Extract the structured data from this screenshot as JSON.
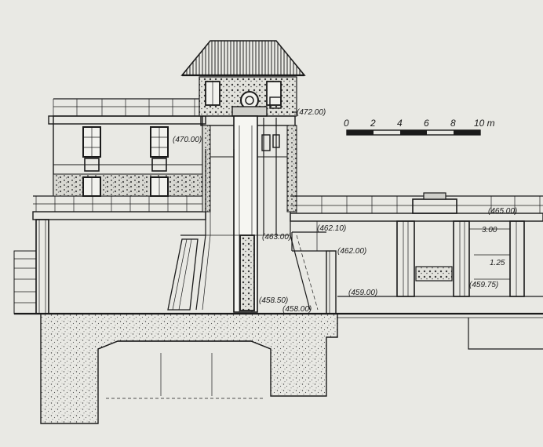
{
  "scale_bar": {
    "ticks": [
      "0",
      "2",
      "4",
      "6",
      "8"
    ],
    "end_label": "10 m"
  },
  "levels": {
    "roof_machine": "(472.00)",
    "upper_floor": "(470.00)",
    "bridge_deck": "(465.00)",
    "outer_wall": "(463.00)",
    "channel_top": "(462.10)",
    "channel_water": "(462.00)",
    "apron": "(459.00)",
    "gate_sill": "(459.75)",
    "pit_water": "(458.50)",
    "pit_bottom": "(458.00)"
  },
  "dimensions": {
    "gate_width": "3.00",
    "gate_offset": "1.25"
  },
  "colors": {
    "paper": "#e9e9e4",
    "ink": "#1a1a1a"
  }
}
